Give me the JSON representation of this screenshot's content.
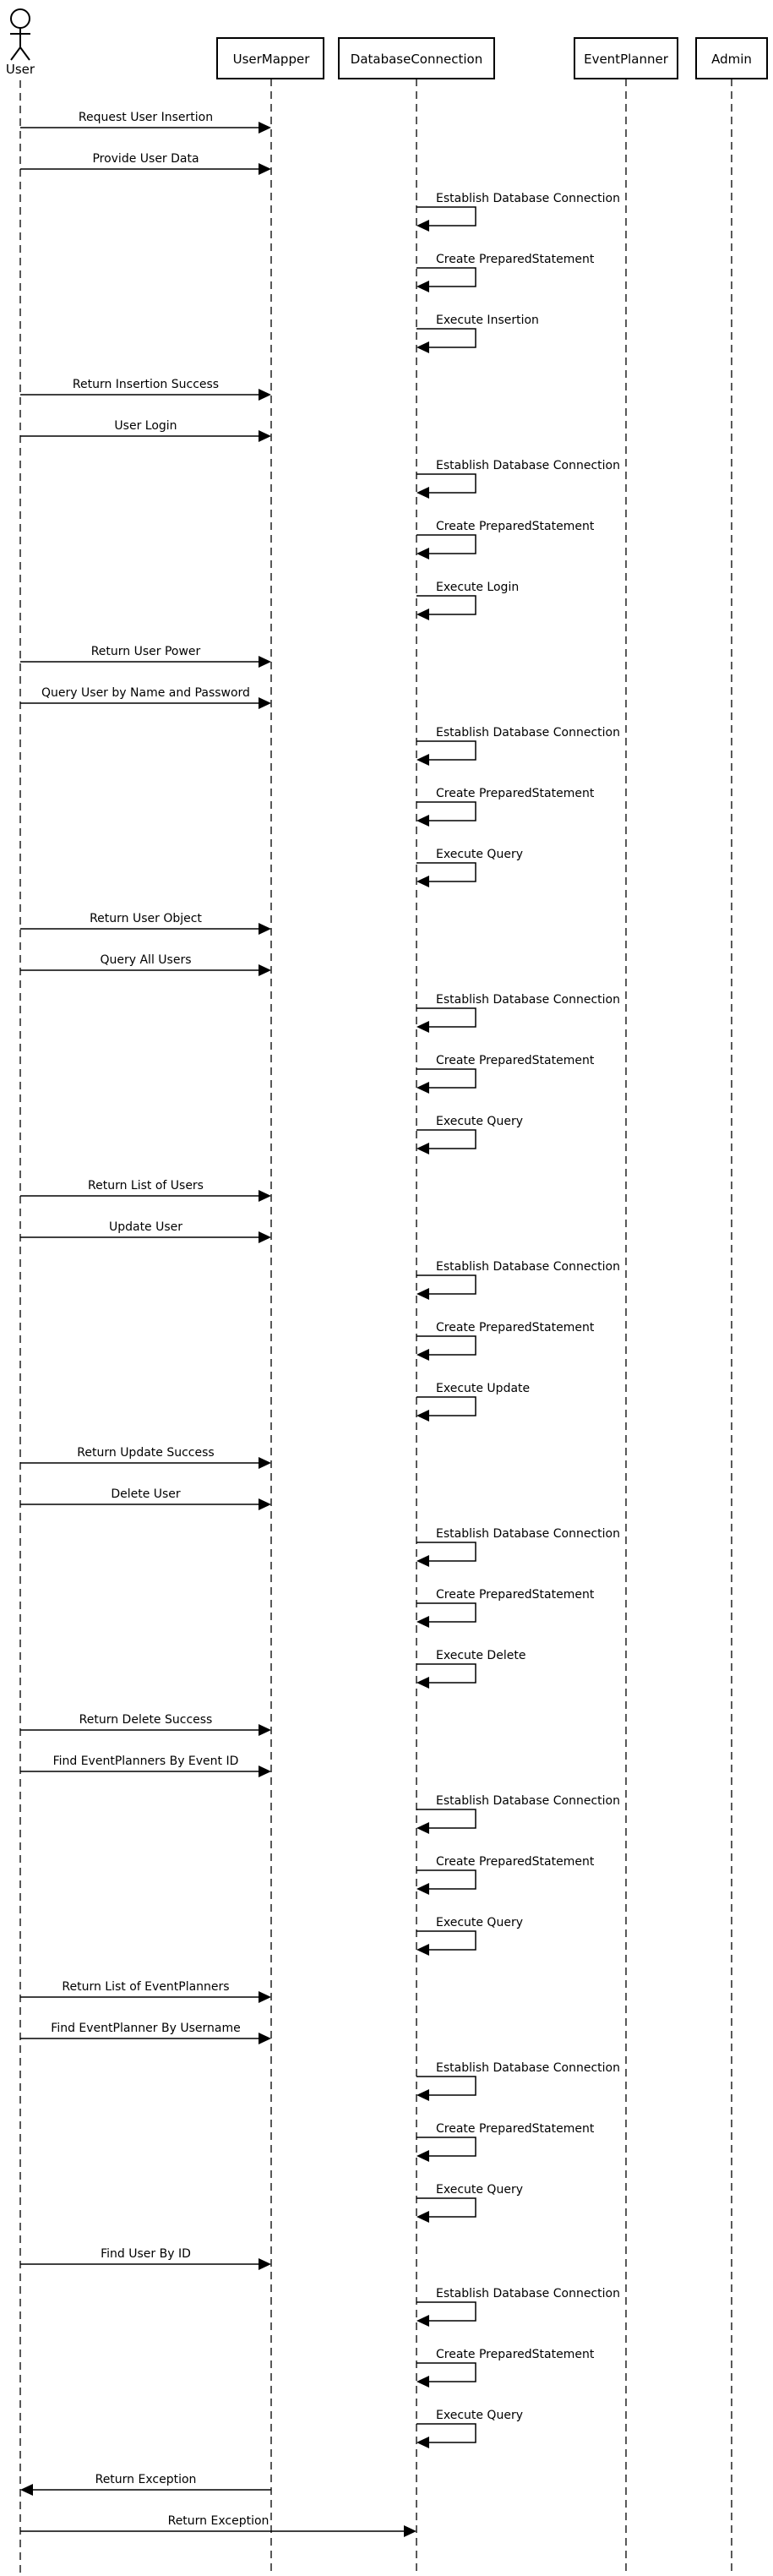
{
  "participants": [
    {
      "id": "user",
      "name": "User",
      "kind": "actor"
    },
    {
      "id": "usermapper",
      "name": "UserMapper",
      "kind": "box"
    },
    {
      "id": "dbconn",
      "name": "DatabaseConnection",
      "kind": "box"
    },
    {
      "id": "eventplanner",
      "name": "EventPlanner",
      "kind": "box"
    },
    {
      "id": "admin",
      "name": "Admin",
      "kind": "box"
    }
  ],
  "messages": [
    {
      "from": "user",
      "to": "usermapper",
      "label": "Request User Insertion"
    },
    {
      "from": "user",
      "to": "usermapper",
      "label": "Provide User Data"
    },
    {
      "from": "dbconn",
      "to": "dbconn",
      "label": "Establish Database Connection"
    },
    {
      "from": "dbconn",
      "to": "dbconn",
      "label": "Create PreparedStatement"
    },
    {
      "from": "dbconn",
      "to": "dbconn",
      "label": "Execute Insertion"
    },
    {
      "from": "user",
      "to": "usermapper",
      "label": "Return Insertion Success"
    },
    {
      "from": "user",
      "to": "usermapper",
      "label": "User Login"
    },
    {
      "from": "dbconn",
      "to": "dbconn",
      "label": "Establish Database Connection"
    },
    {
      "from": "dbconn",
      "to": "dbconn",
      "label": "Create PreparedStatement"
    },
    {
      "from": "dbconn",
      "to": "dbconn",
      "label": "Execute Login"
    },
    {
      "from": "user",
      "to": "usermapper",
      "label": "Return User Power"
    },
    {
      "from": "user",
      "to": "usermapper",
      "label": "Query User by Name and Password"
    },
    {
      "from": "dbconn",
      "to": "dbconn",
      "label": "Establish Database Connection"
    },
    {
      "from": "dbconn",
      "to": "dbconn",
      "label": "Create PreparedStatement"
    },
    {
      "from": "dbconn",
      "to": "dbconn",
      "label": "Execute Query"
    },
    {
      "from": "user",
      "to": "usermapper",
      "label": "Return User Object"
    },
    {
      "from": "user",
      "to": "usermapper",
      "label": "Query All Users"
    },
    {
      "from": "dbconn",
      "to": "dbconn",
      "label": "Establish Database Connection"
    },
    {
      "from": "dbconn",
      "to": "dbconn",
      "label": "Create PreparedStatement"
    },
    {
      "from": "dbconn",
      "to": "dbconn",
      "label": "Execute Query"
    },
    {
      "from": "user",
      "to": "usermapper",
      "label": "Return List of Users"
    },
    {
      "from": "user",
      "to": "usermapper",
      "label": "Update User"
    },
    {
      "from": "dbconn",
      "to": "dbconn",
      "label": "Establish Database Connection"
    },
    {
      "from": "dbconn",
      "to": "dbconn",
      "label": "Create PreparedStatement"
    },
    {
      "from": "dbconn",
      "to": "dbconn",
      "label": "Execute Update"
    },
    {
      "from": "user",
      "to": "usermapper",
      "label": "Return Update Success"
    },
    {
      "from": "user",
      "to": "usermapper",
      "label": "Delete User"
    },
    {
      "from": "dbconn",
      "to": "dbconn",
      "label": "Establish Database Connection"
    },
    {
      "from": "dbconn",
      "to": "dbconn",
      "label": "Create PreparedStatement"
    },
    {
      "from": "dbconn",
      "to": "dbconn",
      "label": "Execute Delete"
    },
    {
      "from": "user",
      "to": "usermapper",
      "label": "Return Delete Success"
    },
    {
      "from": "user",
      "to": "usermapper",
      "label": "Find EventPlanners By Event ID"
    },
    {
      "from": "dbconn",
      "to": "dbconn",
      "label": "Establish Database Connection"
    },
    {
      "from": "dbconn",
      "to": "dbconn",
      "label": "Create PreparedStatement"
    },
    {
      "from": "dbconn",
      "to": "dbconn",
      "label": "Execute Query"
    },
    {
      "from": "user",
      "to": "usermapper",
      "label": "Return List of EventPlanners"
    },
    {
      "from": "user",
      "to": "usermapper",
      "label": "Find EventPlanner By Username"
    },
    {
      "from": "dbconn",
      "to": "dbconn",
      "label": "Establish Database Connection"
    },
    {
      "from": "dbconn",
      "to": "dbconn",
      "label": "Create PreparedStatement"
    },
    {
      "from": "dbconn",
      "to": "dbconn",
      "label": "Execute Query"
    },
    {
      "from": "user",
      "to": "usermapper",
      "label": "Find User By ID"
    },
    {
      "from": "dbconn",
      "to": "dbconn",
      "label": "Establish Database Connection"
    },
    {
      "from": "dbconn",
      "to": "dbconn",
      "label": "Create PreparedStatement"
    },
    {
      "from": "dbconn",
      "to": "dbconn",
      "label": "Execute Query"
    },
    {
      "from": "usermapper",
      "to": "user",
      "label": "Return Exception"
    },
    {
      "from": "user",
      "to": "dbconn",
      "label": "Return Exception"
    }
  ]
}
